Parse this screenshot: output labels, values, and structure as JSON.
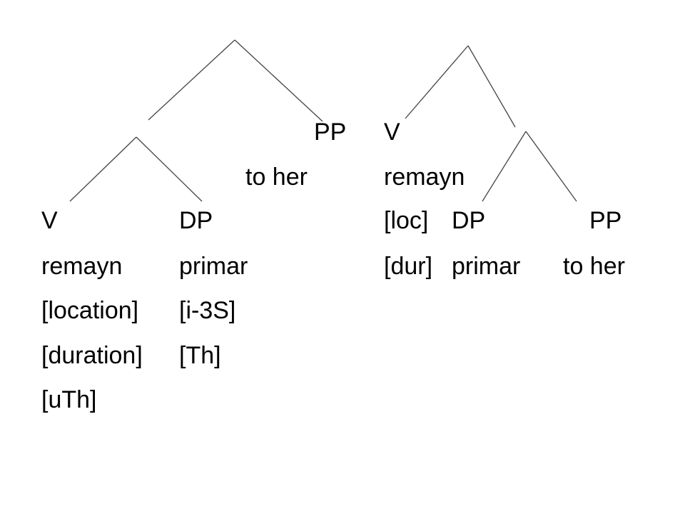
{
  "left_tree": {
    "pp": {
      "label": "PP",
      "text": "to her"
    },
    "v": {
      "label": "V",
      "word": "remayn",
      "features": [
        "[location]",
        "[duration]",
        "[uTh]"
      ]
    },
    "dp": {
      "label": "DP",
      "word": "primar",
      "features": [
        "[i-3S]",
        "[Th]"
      ]
    }
  },
  "right_tree": {
    "v": {
      "label": "V",
      "word": "remayn",
      "features": [
        "[loc]",
        "[dur]"
      ]
    },
    "dp": {
      "label": "DP",
      "word": "primar"
    },
    "pp": {
      "label": "PP",
      "text": "to her"
    }
  },
  "colors": {
    "text": "#000000",
    "lines": "#444444",
    "background": "#ffffff"
  }
}
